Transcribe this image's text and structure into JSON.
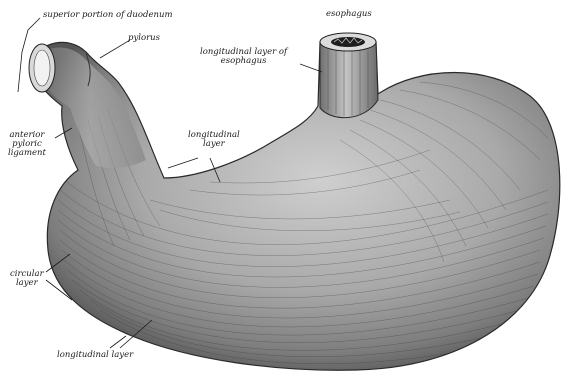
{
  "labels": {
    "duodenum": "superior portion of duodenum",
    "pylorus": "pylorus",
    "esophagus": "esophagus",
    "longitudinal_esophagus": [
      "longitudinal layer of",
      "esophagus"
    ],
    "pyloric_ligament": [
      "anterior",
      "pyloric",
      "ligament"
    ],
    "longitudinal_middle": [
      "longitudinal",
      "layer"
    ],
    "circular": [
      "circular",
      "layer"
    ],
    "longitudinal_bottom": "longitudinal layer"
  },
  "colors": {
    "ink": "#1a1a1a",
    "background": "#ffffff"
  }
}
